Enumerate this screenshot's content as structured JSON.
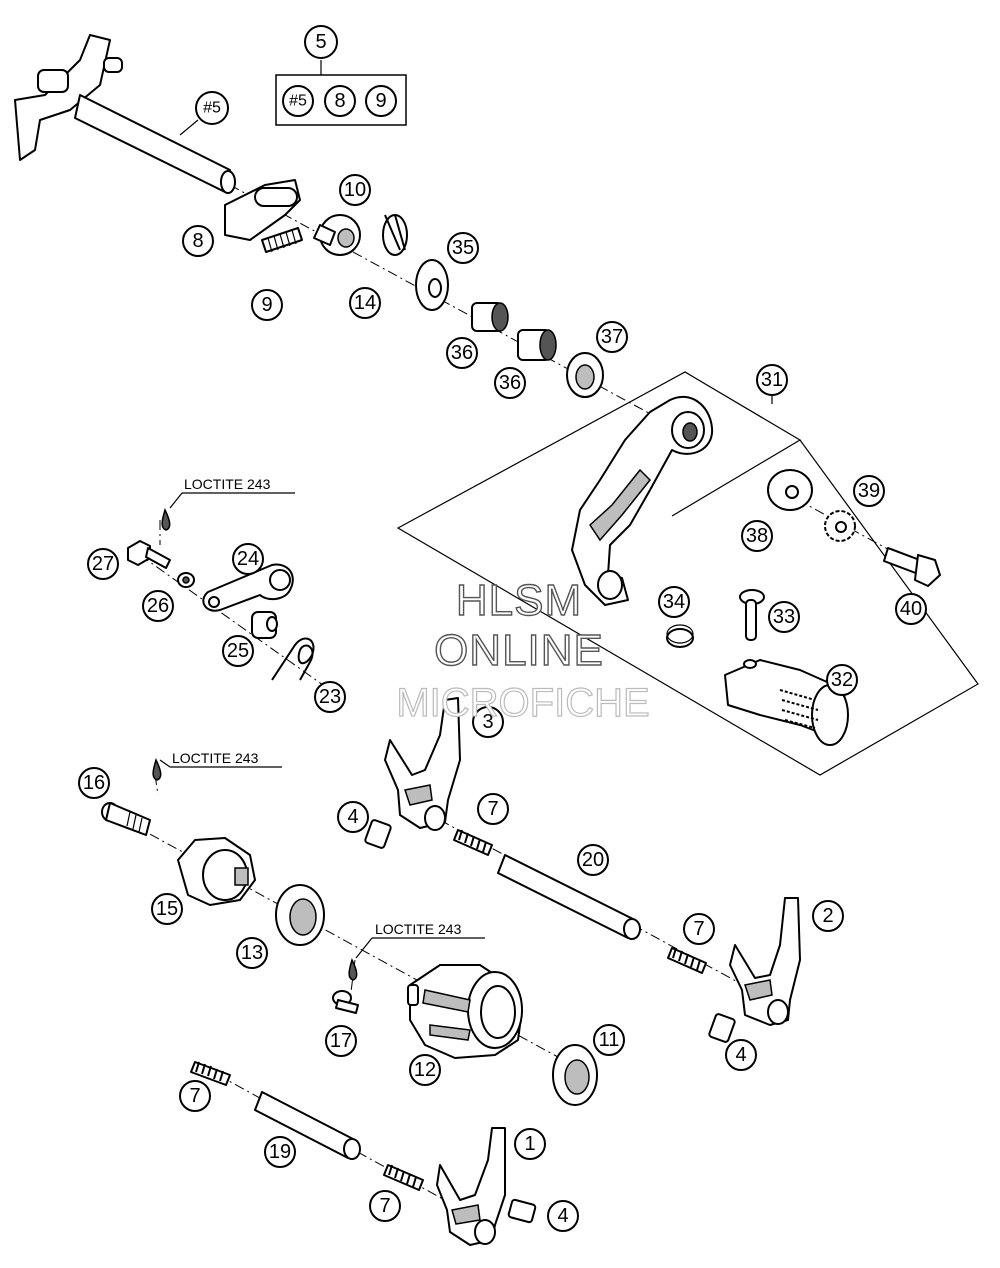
{
  "diagram": {
    "watermark": [
      "HLSM",
      "ONLINE",
      "MICROFICHE"
    ],
    "kit_box": {
      "header": "5",
      "items": [
        "#5",
        "8",
        "9"
      ]
    },
    "loctite_label": "LOCTITE 243",
    "callouts": {
      "c_shaft": "#5",
      "c8": "8",
      "c9": "9",
      "c10": "10",
      "c14": "14",
      "c35": "35",
      "c36a": "36",
      "c36b": "36",
      "c37": "37",
      "c31": "31",
      "c38": "38",
      "c39": "39",
      "c40": "40",
      "c34": "34",
      "c33": "33",
      "c32": "32",
      "c27": "27",
      "c26": "26",
      "c24": "24",
      "c25": "25",
      "c23": "23",
      "c3": "3",
      "c4a": "4",
      "c7a": "7",
      "c20": "20",
      "c16": "16",
      "c15": "15",
      "c13": "13",
      "c17": "17",
      "c12": "12",
      "c11": "11",
      "c7b": "7",
      "c2": "2",
      "c4b": "4",
      "c7c": "7",
      "c19": "19",
      "c7d": "7",
      "c1": "1",
      "c4c": "4"
    }
  }
}
